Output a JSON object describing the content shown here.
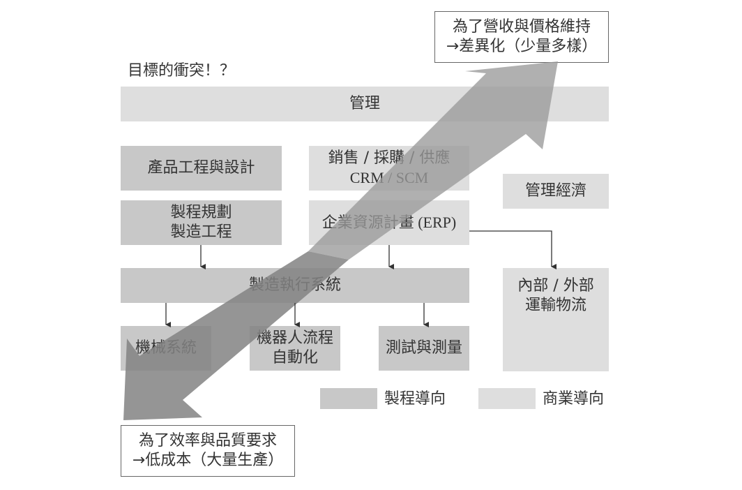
{
  "title": "目標的衝突！？",
  "top_goal": {
    "line1": "為了營收與價格維持",
    "line2": "→差異化（少量多樣）"
  },
  "bottom_goal": {
    "line1": "為了效率與品質要求",
    "line2": "→低成本（大量生產）"
  },
  "management": "管理",
  "product_engineering": "產品工程與設計",
  "process_planning": {
    "line1": "製程規劃",
    "line2": "製造工程"
  },
  "sales": {
    "line1": "銷售 / 採購 / 供應",
    "line2": "CRM / SCM"
  },
  "erp": "企業資源計畫 (ERP)",
  "management_economics": "管理經濟",
  "mes": "製造執行系統",
  "logistics": {
    "line1": "內部 / 外部",
    "line2": "運輸物流"
  },
  "machinery": "機械系統",
  "rpa": {
    "line1": "機器人流程",
    "line2": "自動化"
  },
  "testing": "測試與測量",
  "legend": [
    {
      "label": "製程導向",
      "color": "#c8c8c8"
    },
    {
      "label": "商業導向",
      "color": "#dedede"
    }
  ],
  "arrow_color": "#8c8c8c"
}
